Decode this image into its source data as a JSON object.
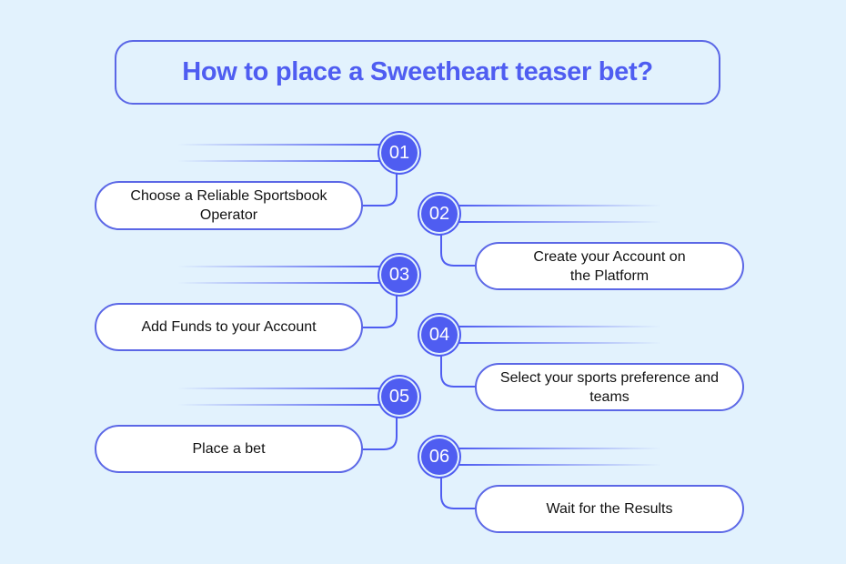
{
  "title": "How to place a Sweetheart teaser bet?",
  "colors": {
    "accent": "#4f5df1",
    "background": "#e2f2fd",
    "box": "#ffffff",
    "text": "#111111"
  },
  "steps": [
    {
      "number": "01",
      "text": "Choose a Reliable Sportsbook Operator"
    },
    {
      "number": "02",
      "text": "Create your Account on the Platform"
    },
    {
      "number": "03",
      "text": "Add Funds to your Account"
    },
    {
      "number": "04",
      "text": "Select your sports preference and teams"
    },
    {
      "number": "05",
      "text": "Place a bet"
    },
    {
      "number": "06",
      "text": "Wait for the Results"
    }
  ]
}
